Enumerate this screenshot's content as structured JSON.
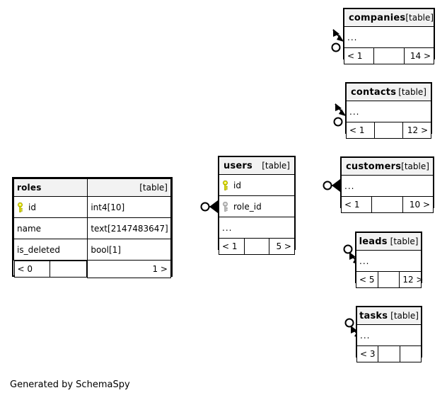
{
  "diagram": {
    "generator_credit": "Generated by SchemaSpy",
    "table_tag": "[table]",
    "ellipsis": "...",
    "colors": {
      "primary_key_icon": "#e8e800",
      "foreign_key_icon": "#b3b3b3",
      "header_background": "#f2f2f2",
      "border": "#000000",
      "background": "#ffffff"
    }
  },
  "tables": [
    {
      "id": "roles",
      "name": "roles",
      "tag": "[table]",
      "columns": [
        {
          "key": "primary",
          "name": "id",
          "type": "int4[10]"
        },
        {
          "key": "none",
          "name": "name",
          "type": "text[2147483647]"
        },
        {
          "key": "none",
          "name": "is_deleted",
          "type": "bool[1]"
        }
      ],
      "footer": {
        "left": "< 0",
        "middle": "",
        "right": "1 >"
      }
    },
    {
      "id": "users",
      "name": "users",
      "tag": "[table]",
      "columns": [
        {
          "key": "primary",
          "name": "id",
          "type": ""
        },
        {
          "key": "foreign",
          "name": "role_id",
          "type": ""
        },
        {
          "key": "none",
          "name": "...",
          "type": ""
        }
      ],
      "footer": {
        "left": "< 1",
        "middle": "",
        "right": "5 >"
      }
    },
    {
      "id": "companies",
      "name": "companies",
      "tag": "[table]",
      "columns": [
        {
          "key": "none",
          "name": "...",
          "type": ""
        }
      ],
      "footer": {
        "left": "< 1",
        "middle": "",
        "right": "14 >"
      }
    },
    {
      "id": "contacts",
      "name": "contacts",
      "tag": "[table]",
      "columns": [
        {
          "key": "none",
          "name": "...",
          "type": ""
        }
      ],
      "footer": {
        "left": "< 1",
        "middle": "",
        "right": "12 >"
      }
    },
    {
      "id": "customers",
      "name": "customers",
      "tag": "[table]",
      "columns": [
        {
          "key": "none",
          "name": "...",
          "type": ""
        }
      ],
      "footer": {
        "left": "< 1",
        "middle": "",
        "right": "10 >"
      }
    },
    {
      "id": "leads",
      "name": "leads",
      "tag": "[table]",
      "columns": [
        {
          "key": "none",
          "name": "...",
          "type": ""
        }
      ],
      "footer": {
        "left": "< 5",
        "middle": "",
        "right": "12 >"
      }
    },
    {
      "id": "tasks",
      "name": "tasks",
      "tag": "[table]",
      "columns": [
        {
          "key": "none",
          "name": "...",
          "type": ""
        }
      ],
      "footer": {
        "left": "< 3",
        "middle": "",
        "right": ""
      }
    }
  ],
  "relationships": [
    {
      "from": "users",
      "to": "roles",
      "style": "crowsfoot-optional"
    },
    {
      "from": "companies",
      "to": "users",
      "style": "crowsfoot-optional"
    },
    {
      "from": "contacts",
      "to": "users",
      "style": "crowsfoot-optional"
    },
    {
      "from": "customers",
      "to": "users",
      "style": "crowsfoot-optional"
    },
    {
      "from": "leads",
      "to": "users",
      "style": "crowsfoot-optional"
    },
    {
      "from": "tasks",
      "to": "users",
      "style": "crowsfoot-optional"
    }
  ]
}
